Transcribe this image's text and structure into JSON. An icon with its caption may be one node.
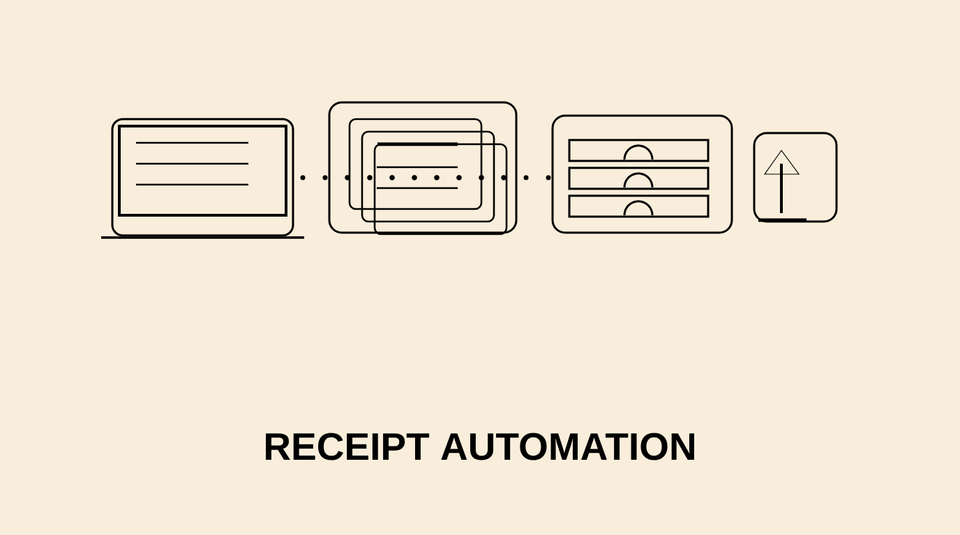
{
  "diagram": {
    "title": "RECEIPT AUTOMATION",
    "nodes": [
      {
        "text": [],
        "shape": "picture"
      },
      {
        "text": [],
        "shape": "picture"
      },
      {
        "text": [],
        "shape": "picture"
      },
      {
        "text": [],
        "shape": "picture"
      }
    ],
    "edges": [
      {
        "from": 0,
        "to": 1,
        "arrow": "none",
        "style": "dashed"
      },
      {
        "from": 1,
        "to": 2,
        "arrow": "none",
        "style": "dashed"
      }
    ]
  }
}
